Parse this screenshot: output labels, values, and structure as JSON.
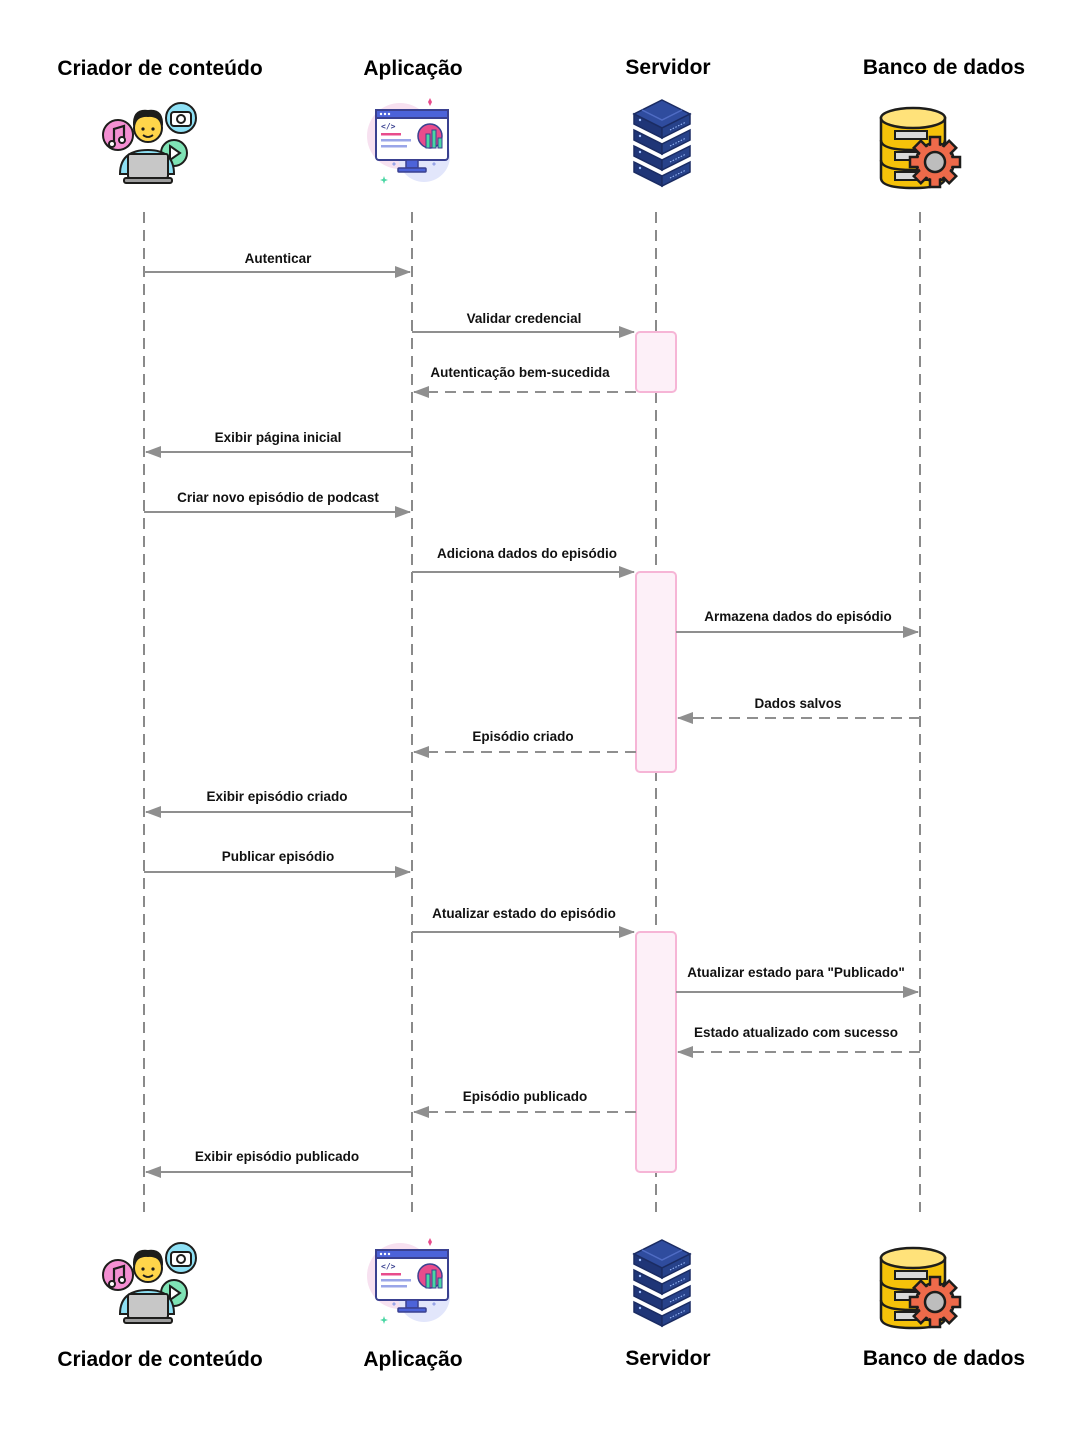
{
  "actors": [
    {
      "id": "creator",
      "label": "Criador de conteúdo",
      "icon": "content-creator-icon"
    },
    {
      "id": "app",
      "label": "Aplicação",
      "icon": "application-monitor-icon"
    },
    {
      "id": "server",
      "label": "Servidor",
      "icon": "server-stack-icon"
    },
    {
      "id": "db",
      "label": "Banco de dados",
      "icon": "database-gear-icon"
    }
  ],
  "messages": [
    {
      "from": "creator",
      "to": "app",
      "label": "Autenticar",
      "style": "solid"
    },
    {
      "from": "app",
      "to": "server",
      "label": "Validar credencial",
      "style": "solid"
    },
    {
      "from": "server",
      "to": "app",
      "label": "Autenticação bem-sucedida",
      "style": "dashed"
    },
    {
      "from": "app",
      "to": "creator",
      "label": "Exibir página inicial",
      "style": "solid"
    },
    {
      "from": "creator",
      "to": "app",
      "label": "Criar novo episódio de podcast",
      "style": "solid"
    },
    {
      "from": "app",
      "to": "server",
      "label": "Adiciona dados do episódio",
      "style": "solid"
    },
    {
      "from": "server",
      "to": "db",
      "label": "Armazena dados do episódio",
      "style": "solid"
    },
    {
      "from": "db",
      "to": "server",
      "label": "Dados salvos",
      "style": "dashed"
    },
    {
      "from": "server",
      "to": "app",
      "label": "Episódio criado",
      "style": "dashed"
    },
    {
      "from": "app",
      "to": "creator",
      "label": "Exibir episódio criado",
      "style": "solid"
    },
    {
      "from": "creator",
      "to": "app",
      "label": "Publicar episódio",
      "style": "solid"
    },
    {
      "from": "app",
      "to": "server",
      "label": "Atualizar estado do episódio",
      "style": "solid"
    },
    {
      "from": "server",
      "to": "db",
      "label": "Atualizar estado para \"Publicado\"",
      "style": "solid"
    },
    {
      "from": "db",
      "to": "server",
      "label": "Estado atualizado com sucesso",
      "style": "dashed"
    },
    {
      "from": "server",
      "to": "app",
      "label": "Episódio publicado",
      "style": "dashed"
    },
    {
      "from": "app",
      "to": "creator",
      "label": "Exibir episódio publicado",
      "style": "solid"
    }
  ],
  "activations": [
    {
      "actor": "server",
      "from_message": 1,
      "to_message": 2
    },
    {
      "actor": "server",
      "from_message": 5,
      "to_message": 8
    },
    {
      "actor": "server",
      "from_message": 11,
      "to_message": 15
    }
  ],
  "colors": {
    "line": "#8f8f8f",
    "lifeline": "#8a8a8a",
    "activation_fill": "#fdf0f8",
    "activation_stroke": "#f6b5d6"
  }
}
